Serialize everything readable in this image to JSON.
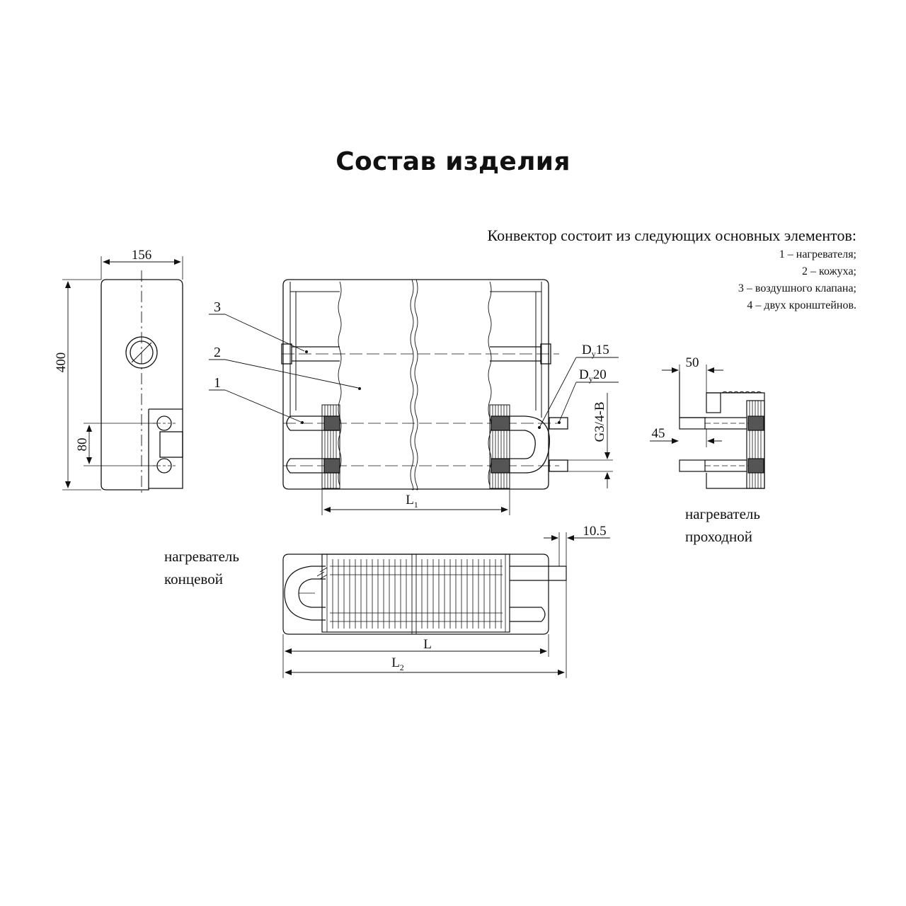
{
  "title": "Состав изделия",
  "composition": {
    "intro": "Конвектор состоит из следующих основных элементов:",
    "items": [
      "1 – нагревателя;",
      "2 – кожуха;",
      "3 – воздушного клапана;",
      "4 – двух кронштейнов."
    ]
  },
  "dimensions": {
    "width_side": "156",
    "height_side": "400",
    "pipe_spacing": "80",
    "l1": "L",
    "l1_sub": "1",
    "l": "L",
    "l2": "L",
    "l2_sub": "2",
    "flange": "10.5",
    "depth_pass": "50",
    "offset_pass": "45",
    "thread": "G3/4-B",
    "dn15": "D",
    "dn15_sub": "у",
    "dn15_val": "15",
    "dn20": "D",
    "dn20_sub": "у",
    "dn20_val": "20"
  },
  "callouts": {
    "c1": "1",
    "c2": "2",
    "c3": "3"
  },
  "captions": {
    "end_heater_line1": "нагреватель",
    "end_heater_line2": "концевой",
    "pass_heater_line1": "нагреватель",
    "pass_heater_line2": "проходной"
  }
}
